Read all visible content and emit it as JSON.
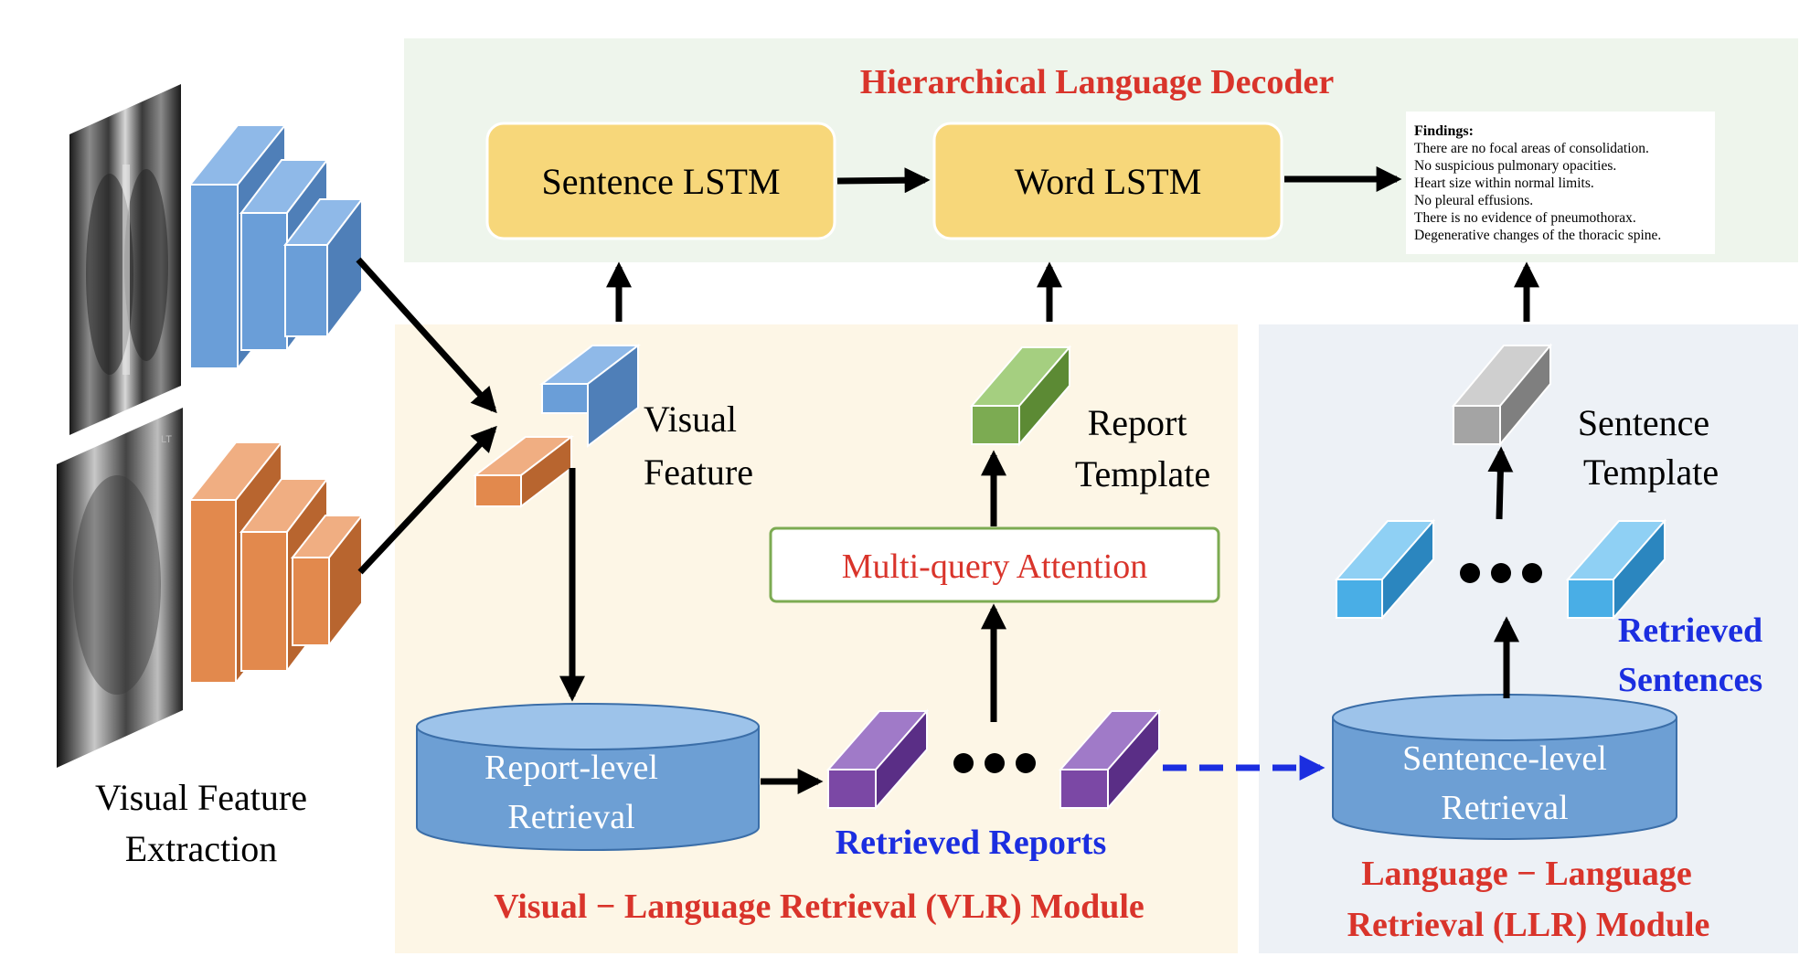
{
  "hld": {
    "title": "Hierarchical Language Decoder",
    "sentence_lstm": "Sentence LSTM",
    "word_lstm": "Word LSTM"
  },
  "findings": {
    "heading": "Findings",
    "lines": [
      "There are no focal areas of consolidation.",
      "No suspicious pulmonary opacities.",
      "Heart size within normal limits.",
      "No pleural effusions.",
      "There is no evidence of pneumothorax.",
      "Degenerative changes of the thoracic spine."
    ]
  },
  "vfe": {
    "label_line1": "Visual Feature",
    "label_line2": "Extraction",
    "xray_marker": "LT"
  },
  "vlr": {
    "title": "Visual − Language Retrieval (VLR) Module",
    "visual_feature_line1": "Visual",
    "visual_feature_line2": "Feature",
    "report_template_line1": "Report",
    "report_template_line2": "Template",
    "attention": "Multi-query Attention",
    "db_line1": "Report-level",
    "db_line2": "Retrieval",
    "retrieved_reports": "Retrieved Reports"
  },
  "llr": {
    "title_line1": "Language − Language",
    "title_line2": "Retrieval (LLR) Module",
    "sentence_template_line1": "Sentence",
    "sentence_template_line2": "Template",
    "retrieved_line1": "Retrieved",
    "retrieved_line2": "Sentences",
    "db_line1": "Sentence-level",
    "db_line2": "Retrieval"
  },
  "colors": {
    "title_red": "#d9342b",
    "label_blue": "#1b2ee0",
    "lstm_fill": "#f7d77a",
    "hld_panel": "#eef5ec",
    "vlr_panel": "#fdf6e6",
    "llr_panel": "#edf1f6",
    "db_fill": "#6d9fd4",
    "blue_feature": "#6a9ed8",
    "orange_feature": "#e2894d",
    "purple_feature": "#7b48a5",
    "green_feature": "#7cab52",
    "gray_feature": "#a4a4a4",
    "cyan_feature": "#49aee6"
  }
}
